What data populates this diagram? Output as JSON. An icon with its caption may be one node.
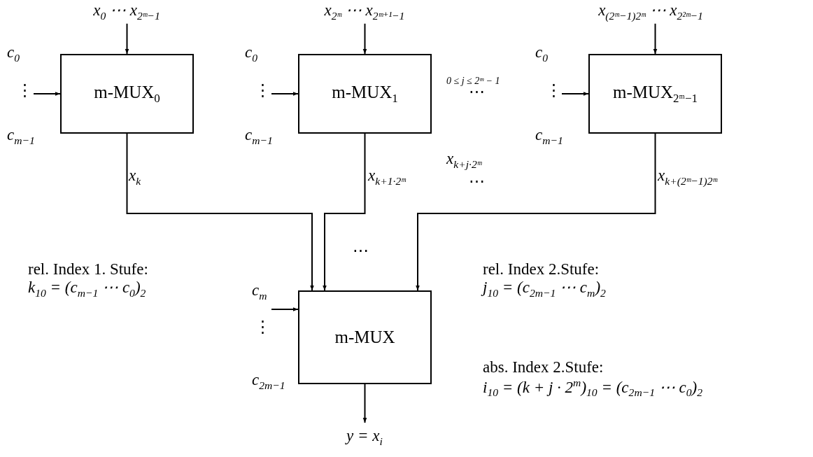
{
  "diagram": {
    "nodes": [
      {
        "text": [
          "m-MUX$_{0}$"
        ]
      },
      {
        "text": [
          "m-MUX$_{1}$"
        ]
      },
      {
        "text": [
          "m-MUX$_{2ᵐ−1}$"
        ]
      },
      {
        "text": [
          "m-MUX"
        ]
      },
      {
        "text": [
          "x$_{0}$ ⋯ x$_{2ᵐ−1}$"
        ]
      },
      {
        "text": [
          "x$_{2ᵐ}$ ⋯ x$_{2ᵐ⁺¹−1}$"
        ]
      },
      {
        "text": [
          "x$_{(2ᵐ−1)2ᵐ}$ ⋯ x$_{2²ᵐ−1}$"
        ]
      },
      {
        "text": [
          "y = x$_{i}$"
        ]
      }
    ],
    "edges": [
      {
        "from": 4,
        "to": 0,
        "arrow": "to"
      },
      {
        "from": 5,
        "to": 1,
        "arrow": "to"
      },
      {
        "from": 6,
        "to": 2,
        "arrow": "to"
      },
      {
        "from": null,
        "to": 0,
        "arrow": "to"
      },
      {
        "from": null,
        "to": 1,
        "arrow": "to"
      },
      {
        "from": null,
        "to": 2,
        "arrow": "to"
      },
      {
        "from": 0,
        "to": 3,
        "arrow": "to",
        "label": "x$_{k}$"
      },
      {
        "from": 1,
        "to": 3,
        "arrow": "to",
        "label": "x$_{k+1·2ᵐ}$"
      },
      {
        "from": 2,
        "to": 3,
        "arrow": "to",
        "label": "x$_{k+(2ᵐ−1)2ᵐ}$"
      },
      {
        "from": null,
        "to": 3,
        "arrow": "to"
      },
      {
        "from": 3,
        "to": 7,
        "arrow": "to"
      }
    ],
    "labels": [
      "c$_{0}$",
      "⋮",
      "c$_{m−1}$",
      "c$_{0}$",
      "⋮",
      "c$_{m−1}$",
      "c$_{0}$",
      "⋮",
      "c$_{m−1}$",
      "0 ≤ j ≤ 2ᵐ − 1",
      "⋯",
      "x$_{k+j·2ᵐ}$",
      "⋯",
      "⋯",
      "c$_{m}$",
      "⋮",
      "c$_{2m−1}$",
      "rel. Index 1. Stufe:",
      "k$_{10}$ = (c$_{m−1}$ ⋯ c$_{0}$)$_{2}$",
      "rel. Index 2.Stufe:",
      "j$_{10}$ = (c$_{2m−1}$ ⋯ c$_{m}$)$_{2}$",
      "abs. Index 2.Stufe:",
      "i$_{10}$ = (k + j · 2$^{m}$)$_{10}$ = (c$_{2m−1}$ ⋯ c$_{0}$)$_{2}$"
    ]
  }
}
